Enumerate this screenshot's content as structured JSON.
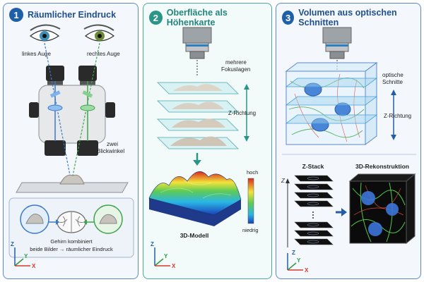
{
  "panel1": {
    "number": "1",
    "title": "Räumlicher Eindruck",
    "left_eye": "linkes Auge",
    "right_eye": "rechtes Auge",
    "angles_line1": "zwei",
    "angles_line2": "Blickwinkel",
    "brain_line1": "Gehirn kombiniert",
    "brain_line2": "beide Bilder → räumlicher Eindruck",
    "axis_z": "Z",
    "axis_y": "Y",
    "axis_x": "X"
  },
  "panel2": {
    "number": "2",
    "title": "Oberfläche als Höhenkarte",
    "focus_line1": "mehrere",
    "focus_line2": "Fokuslagen",
    "z_direction": "Z-Richtung",
    "model_label": "3D-Modell",
    "scale_high": "hoch",
    "scale_low": "niedrig",
    "axis_z": "Z",
    "axis_y": "Y",
    "axis_x": "X"
  },
  "panel3": {
    "number": "3",
    "title": "Volumen aus optischen Schnitten",
    "sections_line1": "optische",
    "sections_line2": "Schnitte",
    "z_direction": "Z-Richtung",
    "zstack_label": "Z-Stack",
    "recon_label": "3D-Rekonstruktion",
    "axis_z": "Z",
    "axis_y": "Y",
    "axis_x": "X"
  },
  "colors": {
    "blue_frame": "#5b88c7",
    "teal_frame": "#49a79d",
    "blue_title": "#1f4f8e",
    "teal_title": "#23857b",
    "left_path": "#3b78c8",
    "right_path": "#3fa34d",
    "axis_z": "#1f5fa8",
    "axis_y": "#2e9a3e",
    "axis_x": "#d33a2c"
  }
}
